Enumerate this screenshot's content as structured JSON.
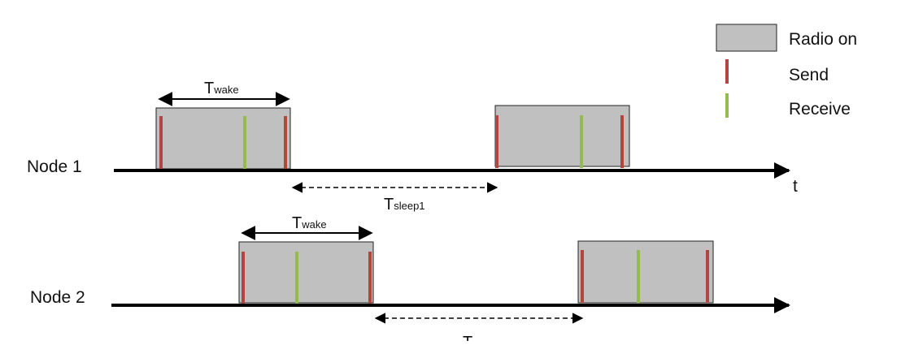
{
  "legend": {
    "radio_on": "Radio on",
    "send": "Send",
    "receive": "Receive"
  },
  "nodes": {
    "node1": "Node 1",
    "node2": "Node 2"
  },
  "axis": {
    "time_label": "t"
  },
  "annotations": {
    "t_letter": "T",
    "wake_sub": "wake",
    "sleep1_sub": "sleep1"
  },
  "colors": {
    "radio_fill": "#c0c0c0",
    "radio_stroke": "#222222",
    "send": "#b2453c",
    "receive": "#93bb4f",
    "timeline": "#000000"
  }
}
